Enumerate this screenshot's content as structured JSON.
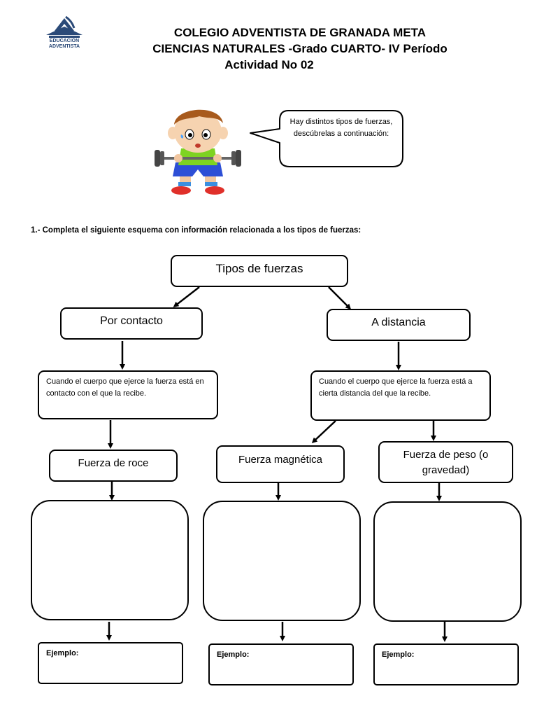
{
  "logo": {
    "line1": "EDUCACIÓN",
    "line2": "ADVENTISTA",
    "color": "#2b4a78"
  },
  "header": {
    "line1": "COLEGIO ADVENTISTA DE GRANADA META",
    "line2": "CIENCIAS NATURALES -Grado CUARTO- IV Período",
    "line3": "Actividad No 02"
  },
  "speech_bubble": {
    "text": "Hay distintos tipos de fuerzas, descúbrelas a continuación:"
  },
  "instruction": "1.- Completa el siguiente esquema con información relacionada a los tipos de fuerzas:",
  "diagram": {
    "root": "Tipos de fuerzas",
    "left_branch": {
      "title": "Por contacto",
      "description": "Cuando el cuerpo que ejerce la fuerza está en contacto con el que la recibe.",
      "force": "Fuerza de roce",
      "example_label": "Ejemplo:"
    },
    "right_branch": {
      "title": "A distancia",
      "description": "Cuando el cuerpo que ejerce la fuerza está a cierta distancia del que la recibe.",
      "force_1": "Fuerza magnética",
      "force_2": "Fuerza de peso (o gravedad)",
      "example_label": "Ejemplo:"
    }
  }
}
